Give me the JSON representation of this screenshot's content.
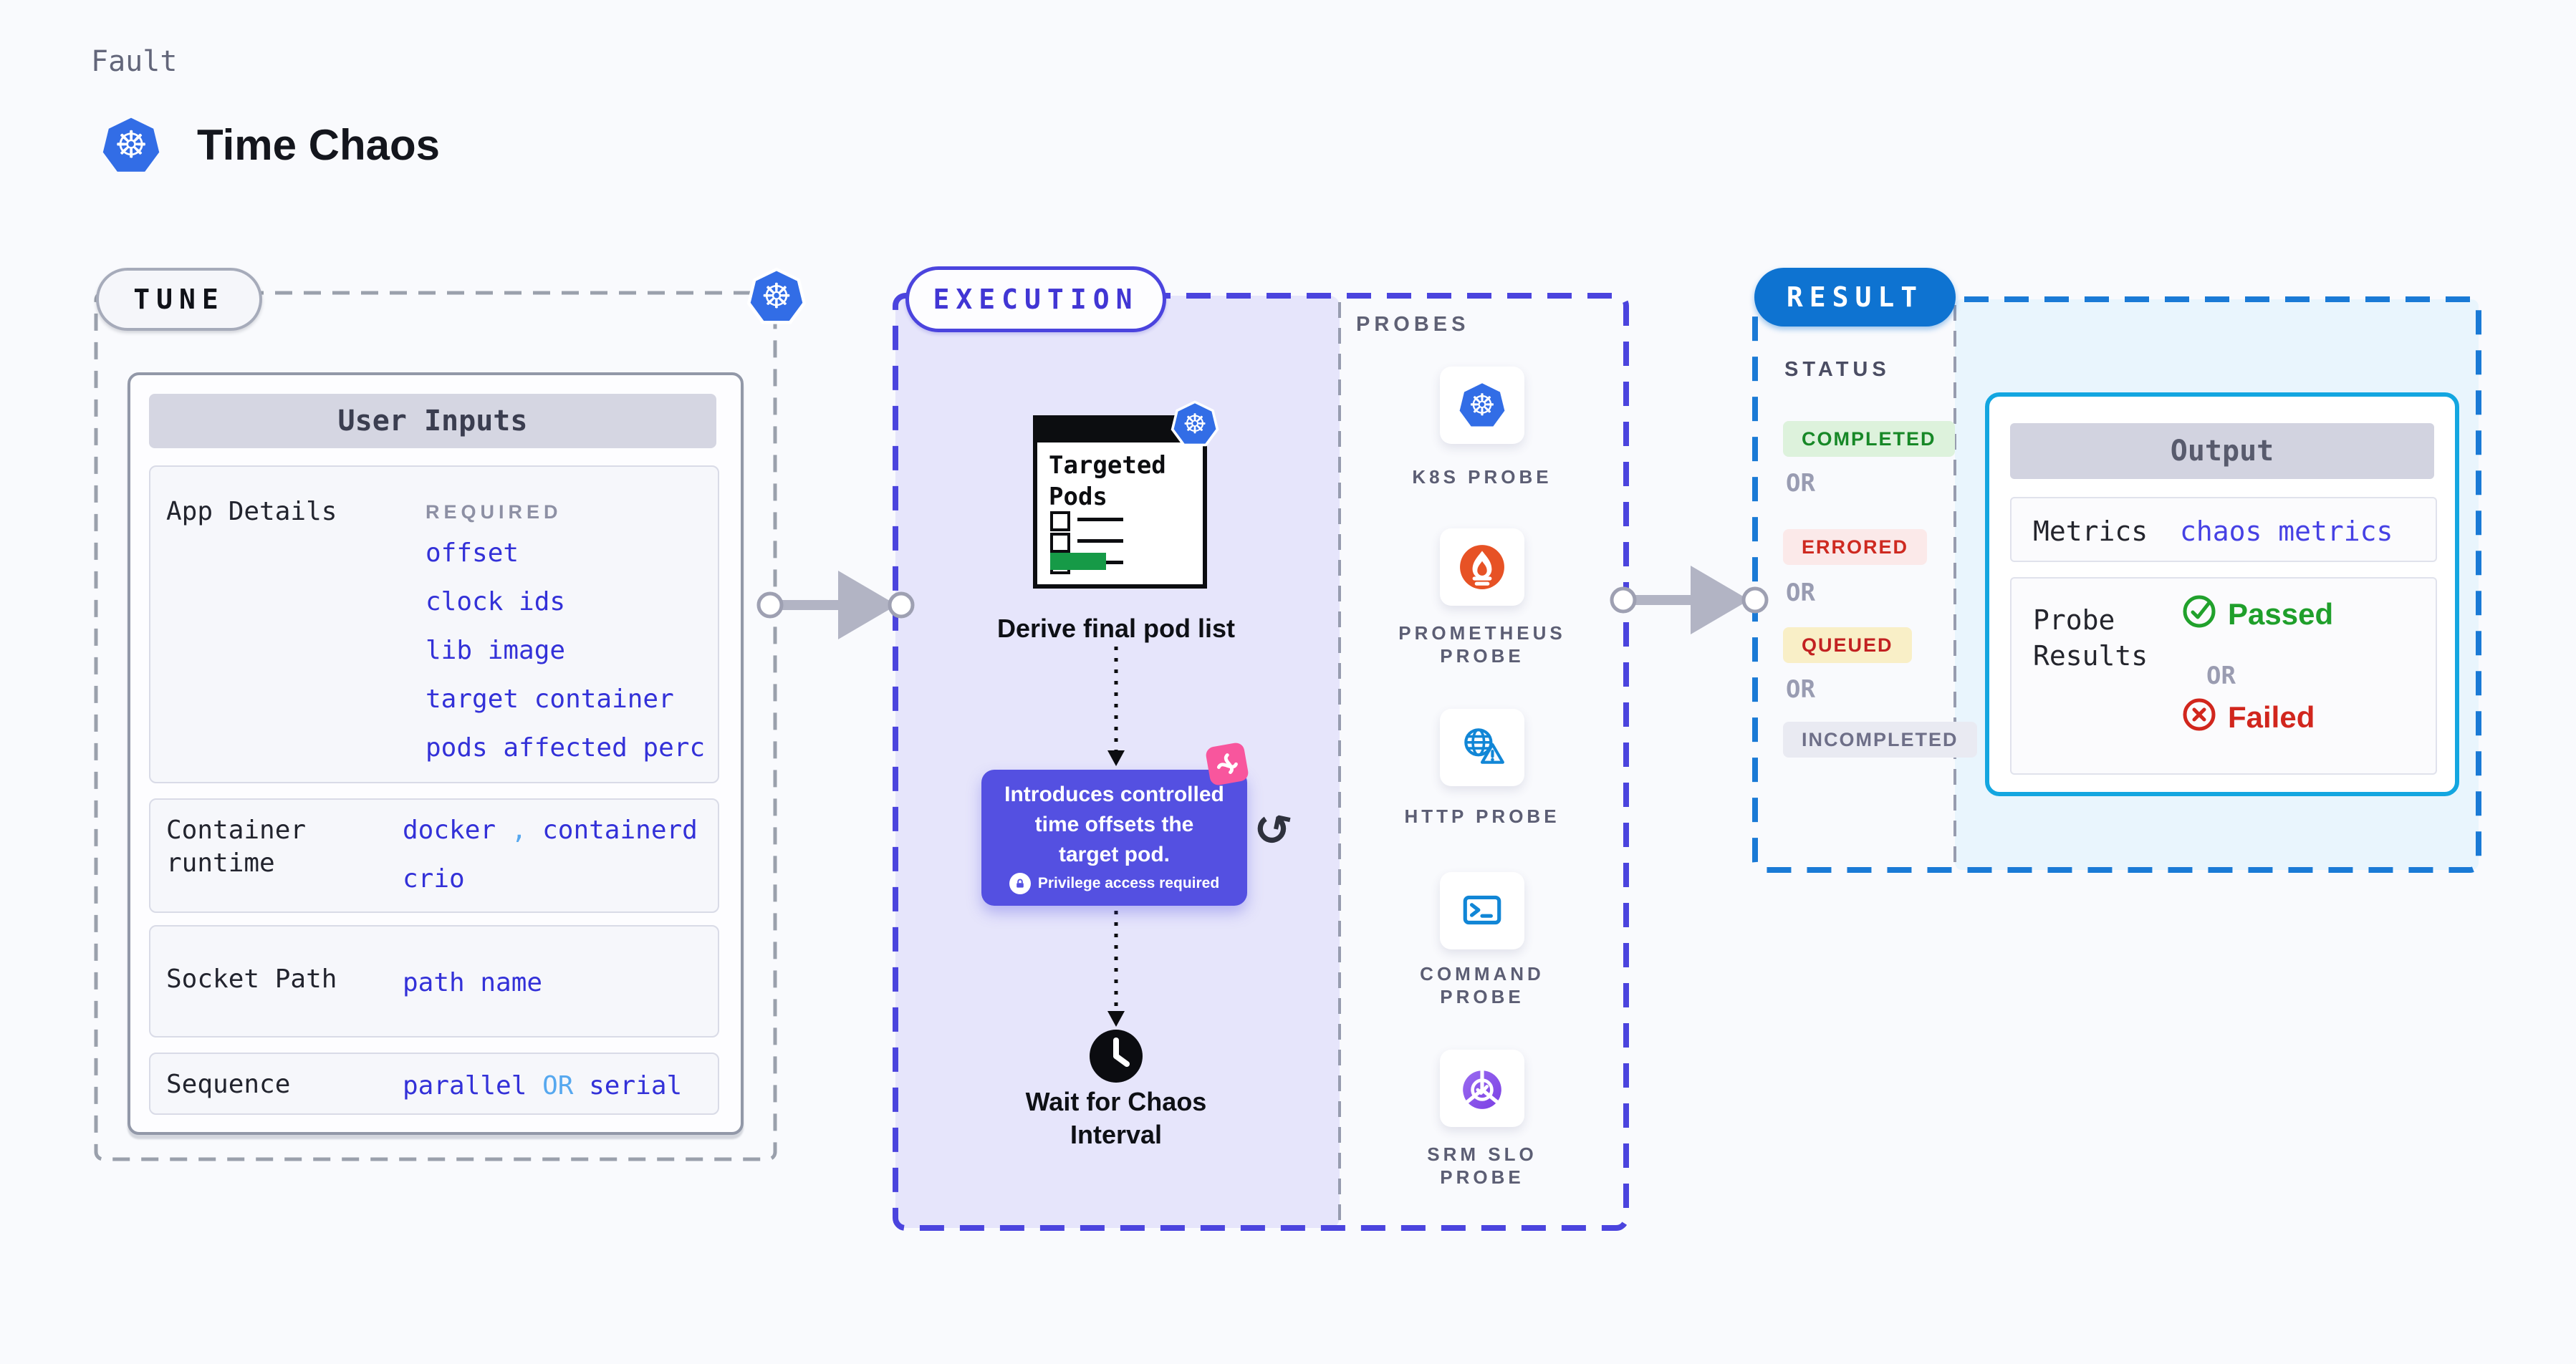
{
  "header": {
    "eyebrow": "Fault",
    "title": "Time Chaos"
  },
  "tune": {
    "badge": "TUNE",
    "user_inputs": {
      "title": "User Inputs",
      "app_details": {
        "label": "App Details",
        "tag": "REQUIRED",
        "values": [
          "offset",
          "clock ids",
          "lib image",
          "target container",
          "pods affected perc"
        ]
      },
      "container_runtime": {
        "label_line1": "Container",
        "label_line2": "runtime",
        "value1_a": "docker",
        "value1_sep": ",",
        "value1_b": "containerd",
        "value2": "crio"
      },
      "socket_path": {
        "label": "Socket Path",
        "value": "path name"
      },
      "sequence": {
        "label": "Sequence",
        "value_a": "parallel",
        "value_or": "OR",
        "value_b": "serial"
      }
    }
  },
  "execution": {
    "badge": "EXECUTION",
    "targeted_pods": {
      "line1": "Targeted",
      "line2": "Pods"
    },
    "derive_label": "Derive final pod list",
    "tooltip": {
      "line1": "Introduces controlled",
      "line2": "time offsets the",
      "line3": "target pod.",
      "note": "Privilege access required"
    },
    "wait": {
      "line1": "Wait for Chaos",
      "line2": "Interval"
    }
  },
  "probes": {
    "title": "PROBES",
    "items": [
      {
        "name": "k8s-probe",
        "line1": "K8S PROBE",
        "line2": ""
      },
      {
        "name": "prometheus-probe",
        "line1": "PROMETHEUS",
        "line2": "PROBE"
      },
      {
        "name": "http-probe",
        "line1": "HTTP PROBE",
        "line2": ""
      },
      {
        "name": "command-probe",
        "line1": "COMMAND",
        "line2": "PROBE"
      },
      {
        "name": "srm-slo-probe",
        "line1": "SRM SLO",
        "line2": "PROBE"
      }
    ]
  },
  "result": {
    "badge": "RESULT",
    "status": {
      "title": "STATUS",
      "or": "OR",
      "badges": [
        {
          "label": "COMPLETED",
          "fg": "#178827",
          "bg": "#ddf2dc"
        },
        {
          "label": "ERRORED",
          "fg": "#ce2a21",
          "bg": "#fbe9e9"
        },
        {
          "label": "QUEUED",
          "fg": "#c22121",
          "bg": "#f9efc7"
        },
        {
          "label": "INCOMPLETED",
          "fg": "#6e6f88",
          "bg": "#e9eaf2"
        }
      ]
    },
    "output": {
      "title": "Output",
      "metrics_label": "Metrics",
      "metrics_value": "chaos metrics",
      "probe_label_line1": "Probe",
      "probe_label_line2": "Results",
      "passed": "Passed",
      "or": "OR",
      "failed": "Failed"
    }
  },
  "colors": {
    "page_bg": "#f9fafd",
    "kubernetes_blue": "#326de6",
    "indigo_accent": "#4b44de",
    "lavender_fill": "#e6e5fb",
    "tooltip_purple": "#5450e1",
    "chaos_pink": "#f8569d",
    "result_blue": "#0e73d1",
    "output_cyan_border": "#13a6e0",
    "light_blue_fill": "#e9f5fd",
    "value_blue": "#3331d8",
    "value_light_blue": "#56a8ef",
    "passed_green": "#1f9f2b",
    "failed_red": "#d1261d",
    "prometheus_orange": "#e75225",
    "probe_icon_blue": "#1186d6",
    "arrow_gray": "#b2b4c4"
  }
}
